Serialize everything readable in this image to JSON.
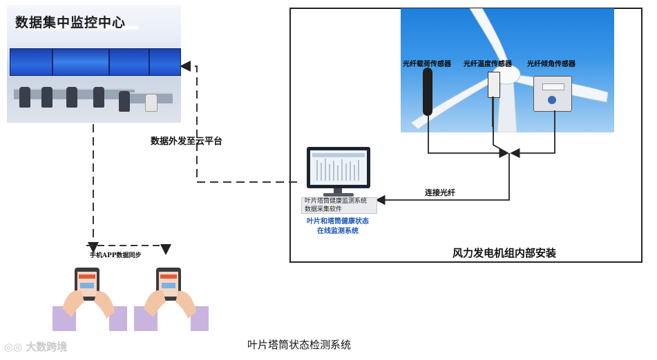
{
  "center": {
    "title": "数据集中监控中心"
  },
  "cloud": {
    "label": "数据外发至云平台"
  },
  "turbine": {
    "install_label": "风力发电机组内部安装",
    "sensors": [
      {
        "label": "光纤载荷传感器"
      },
      {
        "label": "光纤温度传感器"
      },
      {
        "label": "光纤倾角传感器"
      }
    ]
  },
  "connection": {
    "label": "连接光纤"
  },
  "computer": {
    "keyboard_line1": "叶片塔筒健康监测系统",
    "keyboard_line2": "数据采集软件",
    "system_name_line1": "叶片和塔筒健康状态",
    "system_name_line2": "在线监测系统"
  },
  "app": {
    "label": "手机APP数据同步"
  },
  "caption": "叶片塔筒状态检测系统",
  "watermark": "大数跨境"
}
